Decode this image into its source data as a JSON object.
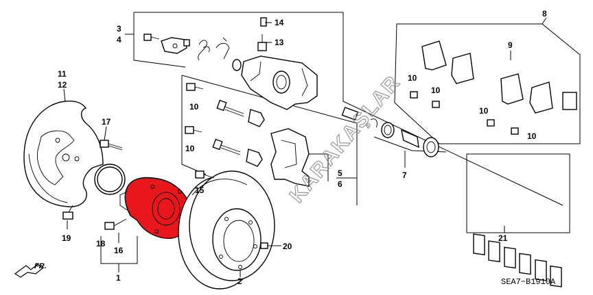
{
  "callouts": {
    "c1": "1",
    "c2": "2",
    "c3": "3",
    "c4": "4",
    "c5": "5",
    "c6": "6",
    "c7": "7",
    "c8": "8",
    "c9": "9",
    "c10a": "10",
    "c10b": "10",
    "c10c": "10",
    "c10d": "10",
    "c10e": "10",
    "c10f": "10",
    "c11": "11",
    "c12": "12",
    "c13": "13",
    "c14": "14",
    "c15": "15",
    "c16": "16",
    "c17": "17",
    "c18": "18",
    "c19": "19",
    "c20": "20",
    "c21": "21"
  },
  "watermark": "KARAKAŞLAR",
  "front_label": "FR.",
  "diagram_code": "SEA7−B1910A",
  "colors": {
    "hub_fill": "#e8171c",
    "line": "#000000",
    "watermark": "#888888"
  }
}
